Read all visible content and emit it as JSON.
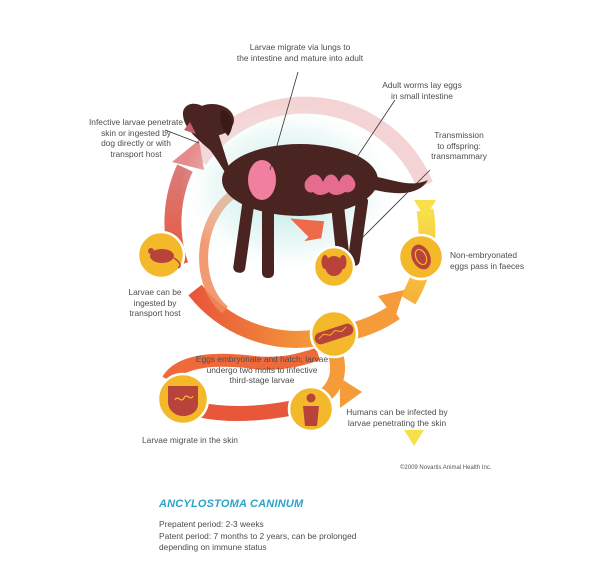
{
  "labels": {
    "lungs": "Larvae migrate via lungs to\nthe intestine and mature into adult",
    "adult_worms": "Adult worms lay eggs\nin small intestine",
    "transmission": "Transmission\nto offspring:\ntransmammary",
    "non_embryonated": "Non-embryonated\neggs pass in faeces",
    "infective_larvae": "Infective larvae penetrate\nskin or ingested by\ndog directly or with\ntransport host",
    "transport_host": "Larvae can be\ningested by\ntransport host",
    "eggs_hatch": "Eggs embryonate and hatch; larvae\nundergo two molts to infective\nthird-stage larvae",
    "humans": "Humans can be infected by\nlarvae penetrating the skin",
    "skin": "Larvae migrate in the skin"
  },
  "copyright": "©2009 Novartis Animal Health Inc.",
  "title": "ANCYLOSTOMA CANINUM",
  "info": {
    "prepatent": "Prepatent period: 2-3 weeks",
    "patent": "Patent period: 7 months to 2 years, can be prolonged\ndepending on immune status"
  },
  "colors": {
    "cycle_light": "#f4d3d4",
    "cycle_red": "#e8573a",
    "cycle_orange": "#f59b3a",
    "cycle_yellow": "#f7e04b",
    "node_fill": "#f3b92b",
    "node_icon": "#b8433a",
    "dog": "#4a2420",
    "title": "#2aa3c9"
  }
}
